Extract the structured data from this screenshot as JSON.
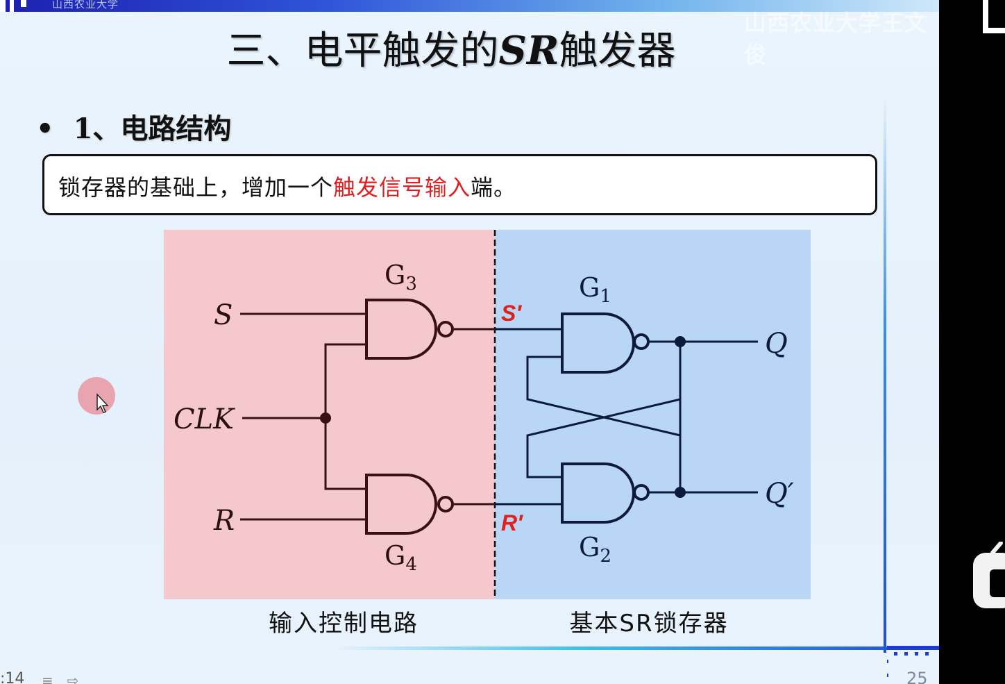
{
  "header": {
    "school_mini": "山西农业大学",
    "watermark": "山西农业大学王文俊"
  },
  "title": {
    "prefix": "三、电平触发的",
    "sr": "SR",
    "suffix": "触发器"
  },
  "section": {
    "bullet": "•",
    "heading": "1、电路结构"
  },
  "note": {
    "before": "锁存器的基础上，增加一个",
    "highlight": "触发信号输入",
    "after": "端。",
    "highlight_color": "#e02020"
  },
  "diagram": {
    "left_panel_color": "#f4c8cc",
    "right_panel_color": "#b9d6f7",
    "inputs": {
      "s": "S",
      "clk": "CLK",
      "r": "R"
    },
    "outputs": {
      "q": "Q",
      "q_prime": "Q′"
    },
    "signals": {
      "s_prime": "S′",
      "r_prime": "R′"
    },
    "gates": {
      "g3": {
        "base": "G",
        "sub": "3"
      },
      "g4": {
        "base": "G",
        "sub": "4"
      },
      "g1": {
        "base": "G",
        "sub": "1"
      },
      "g2": {
        "base": "G",
        "sub": "2"
      }
    }
  },
  "captions": {
    "left": "输入控制电路",
    "right": "基本SR锁存器"
  },
  "footer": {
    "time_fragment": ":14",
    "page": "25"
  }
}
